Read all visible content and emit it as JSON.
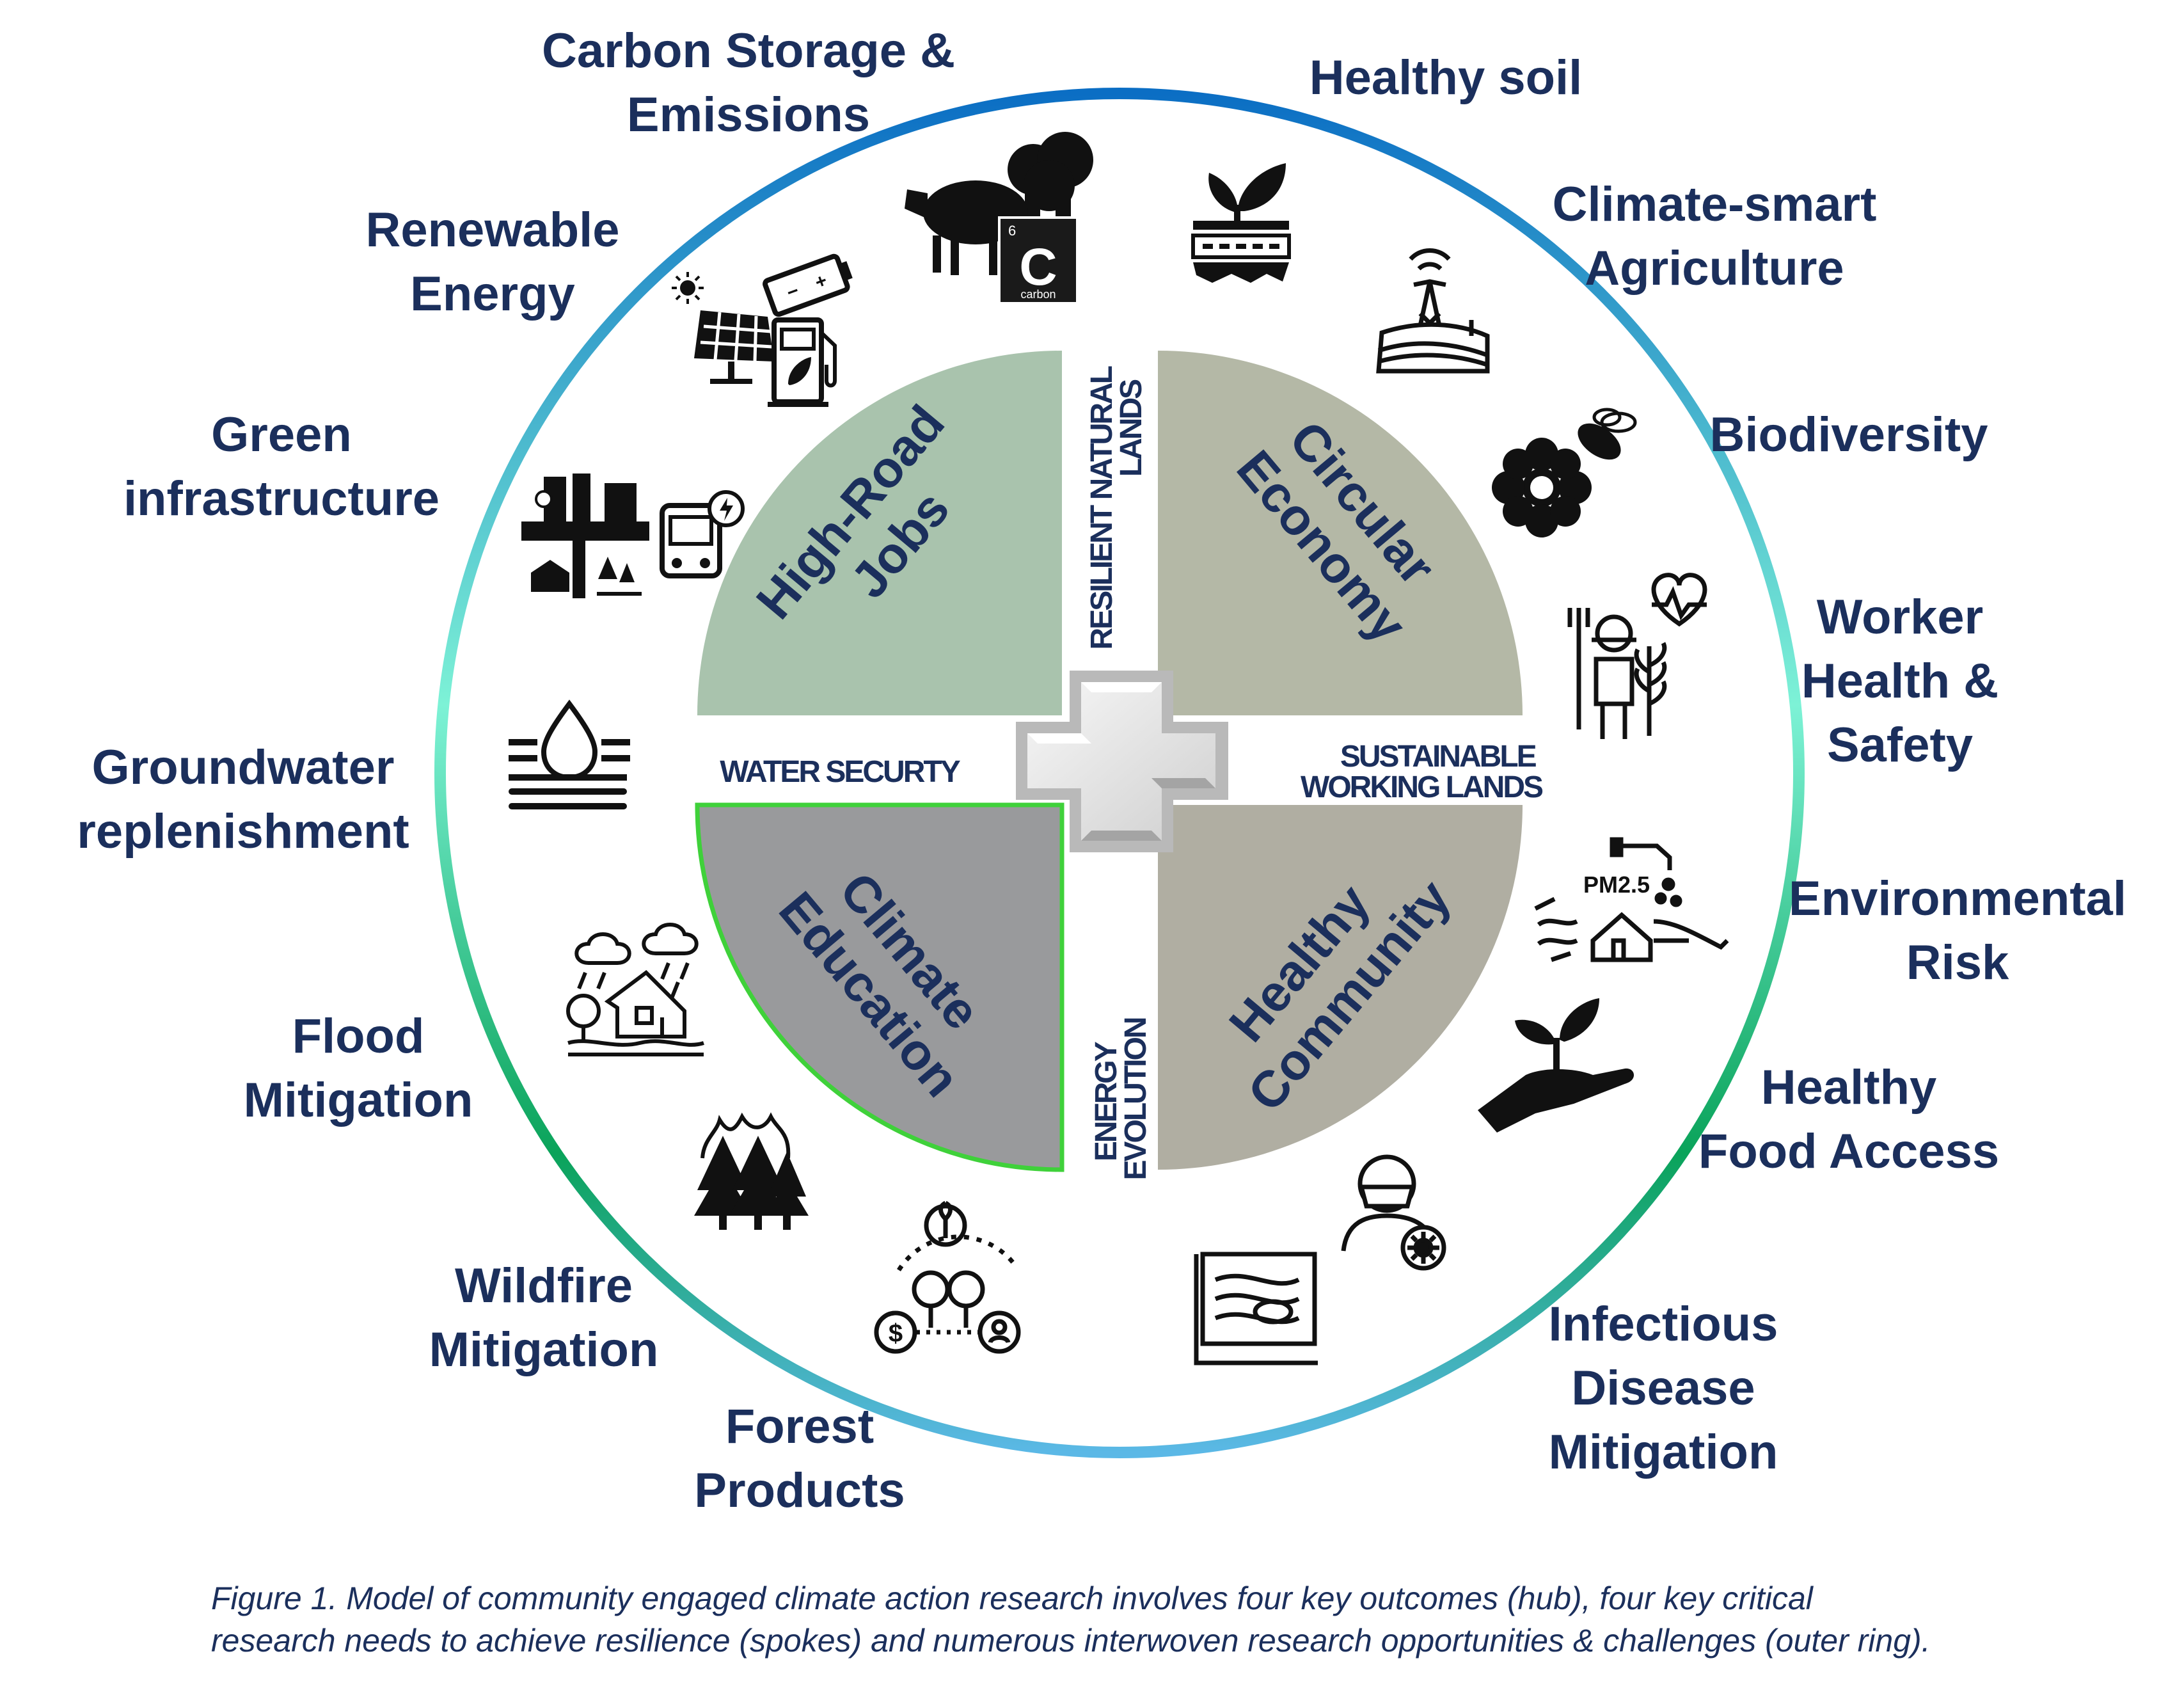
{
  "hub": {
    "top_left": [
      "High-Road",
      "Jobs"
    ],
    "top_right": [
      "Circular",
      "Economy"
    ],
    "bottom_left": [
      "Climate",
      "Education"
    ],
    "bottom_right": [
      "Healthy",
      "Community"
    ]
  },
  "spokes": {
    "north": [
      "RESILIENT NATURAL",
      "LANDS"
    ],
    "west": "WATER SECURTY",
    "east": [
      "SUSTAINABLE",
      "WORKING LANDS"
    ],
    "south": [
      "ENERGY",
      "EVOLUTION"
    ]
  },
  "ring": {
    "carbon": [
      "Carbon Storage &",
      "Emissions"
    ],
    "soil": [
      "Healthy soil"
    ],
    "agri": [
      "Climate-smart",
      "Agriculture"
    ],
    "bio": [
      "Biodiversity"
    ],
    "worker": [
      "Worker",
      "Health &",
      "Safety"
    ],
    "envrisk": [
      "Environmental",
      "Risk"
    ],
    "food": [
      "Healthy",
      "Food Access"
    ],
    "disease": [
      "Infectious",
      "Disease",
      "Mitigation"
    ],
    "forest": [
      "Forest",
      "Products"
    ],
    "wildfire": [
      "Wildfire",
      "Mitigation"
    ],
    "flood": [
      "Flood",
      "Mitigation"
    ],
    "groundwater": [
      "Groundwater",
      "replenishment"
    ],
    "green": [
      "Green",
      "infrastructure"
    ],
    "renewable": [
      "Renewable",
      "Energy"
    ]
  },
  "icon_text": {
    "carbon_symbol": "C",
    "carbon_number": "6",
    "carbon_word": "carbon",
    "pm": "PM2.5"
  },
  "caption": [
    "Figure 1. Model of community engaged climate action research involves four key outcomes (hub), four key critical",
    "research needs to achieve resilience (spokes) and numerous interwoven research opportunities & challenges (outer ring)."
  ],
  "colors": {
    "label": "#1b2f5c",
    "spoke_text": "#1b2f5c",
    "quad_high_road": "#a9c3ad",
    "quad_circular": "#b4b8a6",
    "quad_climate_edu": "#999a9c",
    "quad_healthy": "#b0aea2",
    "ring_top": "#0b6ec4",
    "ring_side": "#7df2d6",
    "ring_bottom": "#0aa35a"
  },
  "icons": [
    "carbon-cow-cloud-icon",
    "soil-sprout-icon",
    "antenna-field-icon",
    "flower-bee-icon",
    "farmer-health-icon",
    "pollution-hand-icon",
    "hand-sprout-icon",
    "masked-person-virus-icon",
    "land-map-icon",
    "forest-economy-icon",
    "wildfire-trees-icon",
    "flood-house-icon",
    "groundwater-drop-icon",
    "green-city-bus-icon",
    "solar-battery-fuel-icon"
  ]
}
